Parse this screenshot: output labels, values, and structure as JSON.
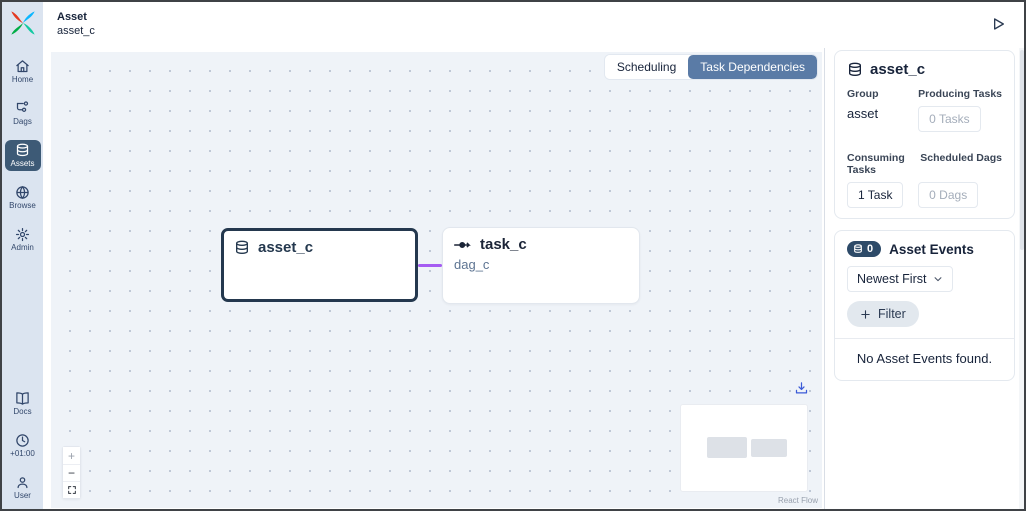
{
  "header": {
    "section": "Asset",
    "title": "asset_c"
  },
  "sidebar": {
    "items": [
      {
        "label": "Home",
        "icon": "home-icon",
        "active": false
      },
      {
        "label": "Dags",
        "icon": "dags-icon",
        "active": false
      },
      {
        "label": "Assets",
        "icon": "database-icon",
        "active": true
      },
      {
        "label": "Browse",
        "icon": "globe-icon",
        "active": false
      },
      {
        "label": "Admin",
        "icon": "gear-icon",
        "active": false
      }
    ],
    "bottom_items": [
      {
        "label": "Docs",
        "icon": "book-icon",
        "active": false
      },
      {
        "label": "+01:00",
        "icon": "clock-icon",
        "active": false
      },
      {
        "label": "User",
        "icon": "user-icon",
        "active": false
      }
    ]
  },
  "tabs": [
    {
      "label": "Scheduling",
      "active": false
    },
    {
      "label": "Task Dependencies",
      "active": true
    }
  ],
  "graph": {
    "asset_node": {
      "label": "asset_c",
      "icon": "database-icon"
    },
    "task_node": {
      "label": "task_c",
      "dag_id": "dag_c",
      "icon": "task-icon"
    },
    "attribution": "React Flow"
  },
  "controls": {
    "zoom_in": "+",
    "zoom_out": "−"
  },
  "panel": {
    "asset": {
      "title": "asset_c",
      "group_label": "Group",
      "group_value": "asset",
      "producing_label": "Producing Tasks",
      "producing_value": "0 Tasks",
      "consuming_label": "Consuming Tasks",
      "consuming_value": "1 Task",
      "scheduled_label": "Scheduled Dags",
      "scheduled_value": "0 Dags"
    },
    "events": {
      "count": "0",
      "title": "Asset Events",
      "sort_value": "Newest First",
      "filter_label": "Filter",
      "empty_message": "No Asset Events found."
    }
  },
  "colors": {
    "sidebar_bg": "#dbe4f0",
    "sidebar_active": "#3d5a76",
    "tab_active": "#5a7ba6",
    "edge_purple": "#a55cf2",
    "badge_navy": "#2d4a68",
    "node_selected_border": "#24384e",
    "canvas_bg": "#eff3f8"
  }
}
